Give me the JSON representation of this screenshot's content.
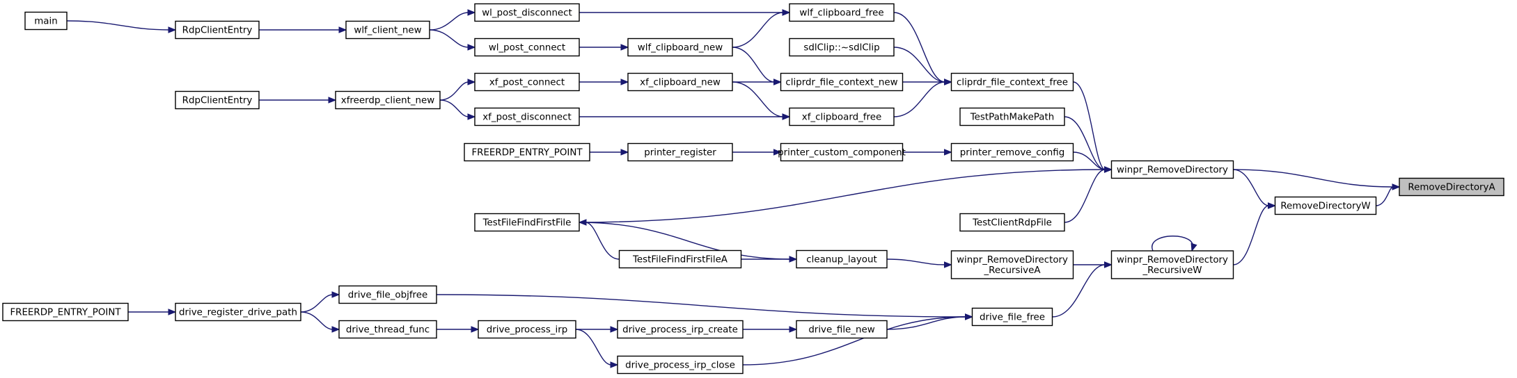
{
  "graph": {
    "nodes": [
      {
        "id": "main",
        "lines": [
          "main"
        ]
      },
      {
        "id": "rdp1",
        "lines": [
          "RdpClientEntry"
        ]
      },
      {
        "id": "wlf_client_new",
        "lines": [
          "wlf_client_new"
        ]
      },
      {
        "id": "wl_post_disconnect",
        "lines": [
          "wl_post_disconnect"
        ]
      },
      {
        "id": "wl_post_connect",
        "lines": [
          "wl_post_connect"
        ]
      },
      {
        "id": "wlf_clipboard_free",
        "lines": [
          "wlf_clipboard_free"
        ]
      },
      {
        "id": "wlf_clipboard_new",
        "lines": [
          "wlf_clipboard_new"
        ]
      },
      {
        "id": "sdlclip",
        "lines": [
          "sdlClip::~sdlClip"
        ]
      },
      {
        "id": "rdp2",
        "lines": [
          "RdpClientEntry"
        ]
      },
      {
        "id": "xfreerdp_client_new",
        "lines": [
          "xfreerdp_client_new"
        ]
      },
      {
        "id": "xf_post_connect",
        "lines": [
          "xf_post_connect"
        ]
      },
      {
        "id": "xf_clipboard_new",
        "lines": [
          "xf_clipboard_new"
        ]
      },
      {
        "id": "cliprdr_file_context_new",
        "lines": [
          "cliprdr_file_context_new"
        ]
      },
      {
        "id": "cliprdr_file_context_free",
        "lines": [
          "cliprdr_file_context_free"
        ]
      },
      {
        "id": "xf_post_disconnect",
        "lines": [
          "xf_post_disconnect"
        ]
      },
      {
        "id": "xf_clipboard_free",
        "lines": [
          "xf_clipboard_free"
        ]
      },
      {
        "id": "TestPathMakePath",
        "lines": [
          "TestPathMakePath"
        ]
      },
      {
        "id": "fep1",
        "lines": [
          "FREERDP_ENTRY_POINT"
        ]
      },
      {
        "id": "printer_register",
        "lines": [
          "printer_register"
        ]
      },
      {
        "id": "printer_custom_component",
        "lines": [
          "printer_custom_component"
        ]
      },
      {
        "id": "printer_remove_config",
        "lines": [
          "printer_remove_config"
        ]
      },
      {
        "id": "winpr_RemoveDirectory",
        "lines": [
          "winpr_RemoveDirectory"
        ]
      },
      {
        "id": "RemoveDirectoryA",
        "lines": [
          "RemoveDirectoryA"
        ],
        "root": true
      },
      {
        "id": "RemoveDirectoryW",
        "lines": [
          "RemoveDirectoryW"
        ]
      },
      {
        "id": "TestFileFindFirstFile",
        "lines": [
          "TestFileFindFirstFile"
        ]
      },
      {
        "id": "TestClientRdpFile",
        "lines": [
          "TestClientRdpFile"
        ]
      },
      {
        "id": "TestFileFindFirstFileA",
        "lines": [
          "TestFileFindFirstFileA"
        ]
      },
      {
        "id": "cleanup_layout",
        "lines": [
          "cleanup_layout"
        ]
      },
      {
        "id": "winpr_RD_RecursiveA",
        "lines": [
          "winpr_RemoveDirectory",
          "_RecursiveA"
        ]
      },
      {
        "id": "winpr_RD_RecursiveW",
        "lines": [
          "winpr_RemoveDirectory",
          "_RecursiveW"
        ]
      },
      {
        "id": "fep2",
        "lines": [
          "FREERDP_ENTRY_POINT"
        ]
      },
      {
        "id": "drive_register_drive_path",
        "lines": [
          "drive_register_drive_path"
        ]
      },
      {
        "id": "drive_file_objfree",
        "lines": [
          "drive_file_objfree"
        ]
      },
      {
        "id": "drive_thread_func",
        "lines": [
          "drive_thread_func"
        ]
      },
      {
        "id": "drive_process_irp",
        "lines": [
          "drive_process_irp"
        ]
      },
      {
        "id": "drive_process_irp_create",
        "lines": [
          "drive_process_irp_create"
        ]
      },
      {
        "id": "drive_file_new",
        "lines": [
          "drive_file_new"
        ]
      },
      {
        "id": "drive_file_free",
        "lines": [
          "drive_file_free"
        ]
      },
      {
        "id": "drive_process_irp_close",
        "lines": [
          "drive_process_irp_close"
        ]
      }
    ],
    "edges": [
      [
        "main",
        "rdp1"
      ],
      [
        "rdp1",
        "wlf_client_new"
      ],
      [
        "wlf_client_new",
        "wl_post_disconnect"
      ],
      [
        "wlf_client_new",
        "wl_post_connect"
      ],
      [
        "wl_post_disconnect",
        "wlf_clipboard_free"
      ],
      [
        "wl_post_connect",
        "wlf_clipboard_new"
      ],
      [
        "wlf_clipboard_new",
        "wlf_clipboard_free"
      ],
      [
        "wlf_clipboard_new",
        "cliprdr_file_context_new"
      ],
      [
        "wlf_clipboard_free",
        "cliprdr_file_context_free"
      ],
      [
        "sdlclip",
        "cliprdr_file_context_free"
      ],
      [
        "rdp2",
        "xfreerdp_client_new"
      ],
      [
        "xfreerdp_client_new",
        "xf_post_connect"
      ],
      [
        "xfreerdp_client_new",
        "xf_post_disconnect"
      ],
      [
        "xf_post_connect",
        "xf_clipboard_new"
      ],
      [
        "xf_clipboard_new",
        "cliprdr_file_context_new"
      ],
      [
        "xf_clipboard_new",
        "xf_clipboard_free"
      ],
      [
        "xf_post_disconnect",
        "xf_clipboard_free"
      ],
      [
        "cliprdr_file_context_new",
        "cliprdr_file_context_free"
      ],
      [
        "xf_clipboard_free",
        "cliprdr_file_context_free"
      ],
      [
        "cliprdr_file_context_free",
        "winpr_RemoveDirectory"
      ],
      [
        "TestPathMakePath",
        "winpr_RemoveDirectory"
      ],
      [
        "fep1",
        "printer_register"
      ],
      [
        "printer_register",
        "printer_custom_component"
      ],
      [
        "printer_custom_component",
        "printer_remove_config"
      ],
      [
        "printer_remove_config",
        "winpr_RemoveDirectory"
      ],
      [
        "TestFileFindFirstFile",
        "winpr_RemoveDirectory"
      ],
      [
        "TestClientRdpFile",
        "winpr_RemoveDirectory"
      ],
      [
        "winpr_RemoveDirectory",
        "RemoveDirectoryA"
      ],
      [
        "winpr_RemoveDirectory",
        "RemoveDirectoryW"
      ],
      [
        "RemoveDirectoryW",
        "RemoveDirectoryA"
      ],
      [
        "TestFileFindFirstFile",
        "cleanup_layout"
      ],
      [
        "TestFileFindFirstFileA",
        "TestFileFindFirstFile"
      ],
      [
        "TestFileFindFirstFileA",
        "cleanup_layout"
      ],
      [
        "cleanup_layout",
        "winpr_RD_RecursiveA"
      ],
      [
        "winpr_RD_RecursiveA",
        "winpr_RD_RecursiveW"
      ],
      [
        "winpr_RD_RecursiveW",
        "winpr_RD_RecursiveW"
      ],
      [
        "winpr_RD_RecursiveW",
        "RemoveDirectoryW"
      ],
      [
        "fep2",
        "drive_register_drive_path"
      ],
      [
        "drive_register_drive_path",
        "drive_file_objfree"
      ],
      [
        "drive_register_drive_path",
        "drive_thread_func"
      ],
      [
        "drive_thread_func",
        "drive_process_irp"
      ],
      [
        "drive_process_irp",
        "drive_process_irp_create"
      ],
      [
        "drive_process_irp",
        "drive_process_irp_close"
      ],
      [
        "drive_process_irp_create",
        "drive_file_new"
      ],
      [
        "drive_file_objfree",
        "drive_file_free"
      ],
      [
        "drive_file_new",
        "drive_file_free"
      ],
      [
        "drive_process_irp_close",
        "drive_file_free"
      ],
      [
        "drive_file_free",
        "winpr_RD_RecursiveW"
      ]
    ]
  },
  "colors": {
    "edge": "#191970",
    "node_border": "#000000",
    "node_fill": "#ffffff",
    "root_fill": "#bfbfbf"
  }
}
